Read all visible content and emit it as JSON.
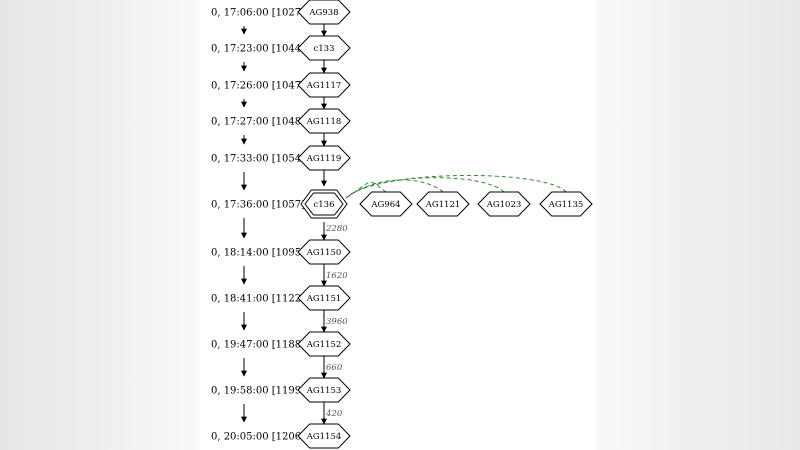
{
  "timeline": [
    {
      "label": "0, 17:06:00 [1027]",
      "node": "AG938"
    },
    {
      "label": "0, 17:23:00 [1044]",
      "node": "c133"
    },
    {
      "label": "0, 17:26:00 [1047]",
      "node": "AG1117"
    },
    {
      "label": "0, 17:27:00 [1048]",
      "node": "AG1118"
    },
    {
      "label": "0, 17:33:00 [1054]",
      "node": "AG1119"
    },
    {
      "label": "0, 17:36:00 [1057]",
      "node": "c136"
    },
    {
      "label": "0, 18:14:00 [1095]",
      "node": "AG1150"
    },
    {
      "label": "0, 18:41:00 [1122]",
      "node": "AG1151"
    },
    {
      "label": "0, 19:47:00 [1188]",
      "node": "AG1152"
    },
    {
      "label": "0, 19:58:00 [1199]",
      "node": "AG1153"
    },
    {
      "label": "0, 20:05:00 [1206]",
      "node": "AG1154"
    }
  ],
  "selected_node": "c136",
  "side_nodes": [
    "AG964",
    "AG1121",
    "AG1023",
    "AG1135"
  ],
  "edge_labels": [
    {
      "from": "c136",
      "to": "AG1150",
      "label": "2280"
    },
    {
      "from": "AG1150",
      "to": "AG1151",
      "label": "1620"
    },
    {
      "from": "AG1151",
      "to": "AG1152",
      "label": "3960"
    },
    {
      "from": "AG1152",
      "to": "AG1153",
      "label": "660"
    },
    {
      "from": "AG1153",
      "to": "AG1154",
      "label": "420"
    }
  ],
  "dashed_edges": [
    {
      "from": "AG964",
      "to": "c136"
    },
    {
      "from": "AG1121",
      "to": "c136"
    },
    {
      "from": "AG1023",
      "to": "c136"
    },
    {
      "from": "AG1135",
      "to": "c136"
    }
  ],
  "colors": {
    "dashed_edge": "#2e8b2e",
    "node_stroke": "#000000",
    "edge_label": "#555555"
  }
}
